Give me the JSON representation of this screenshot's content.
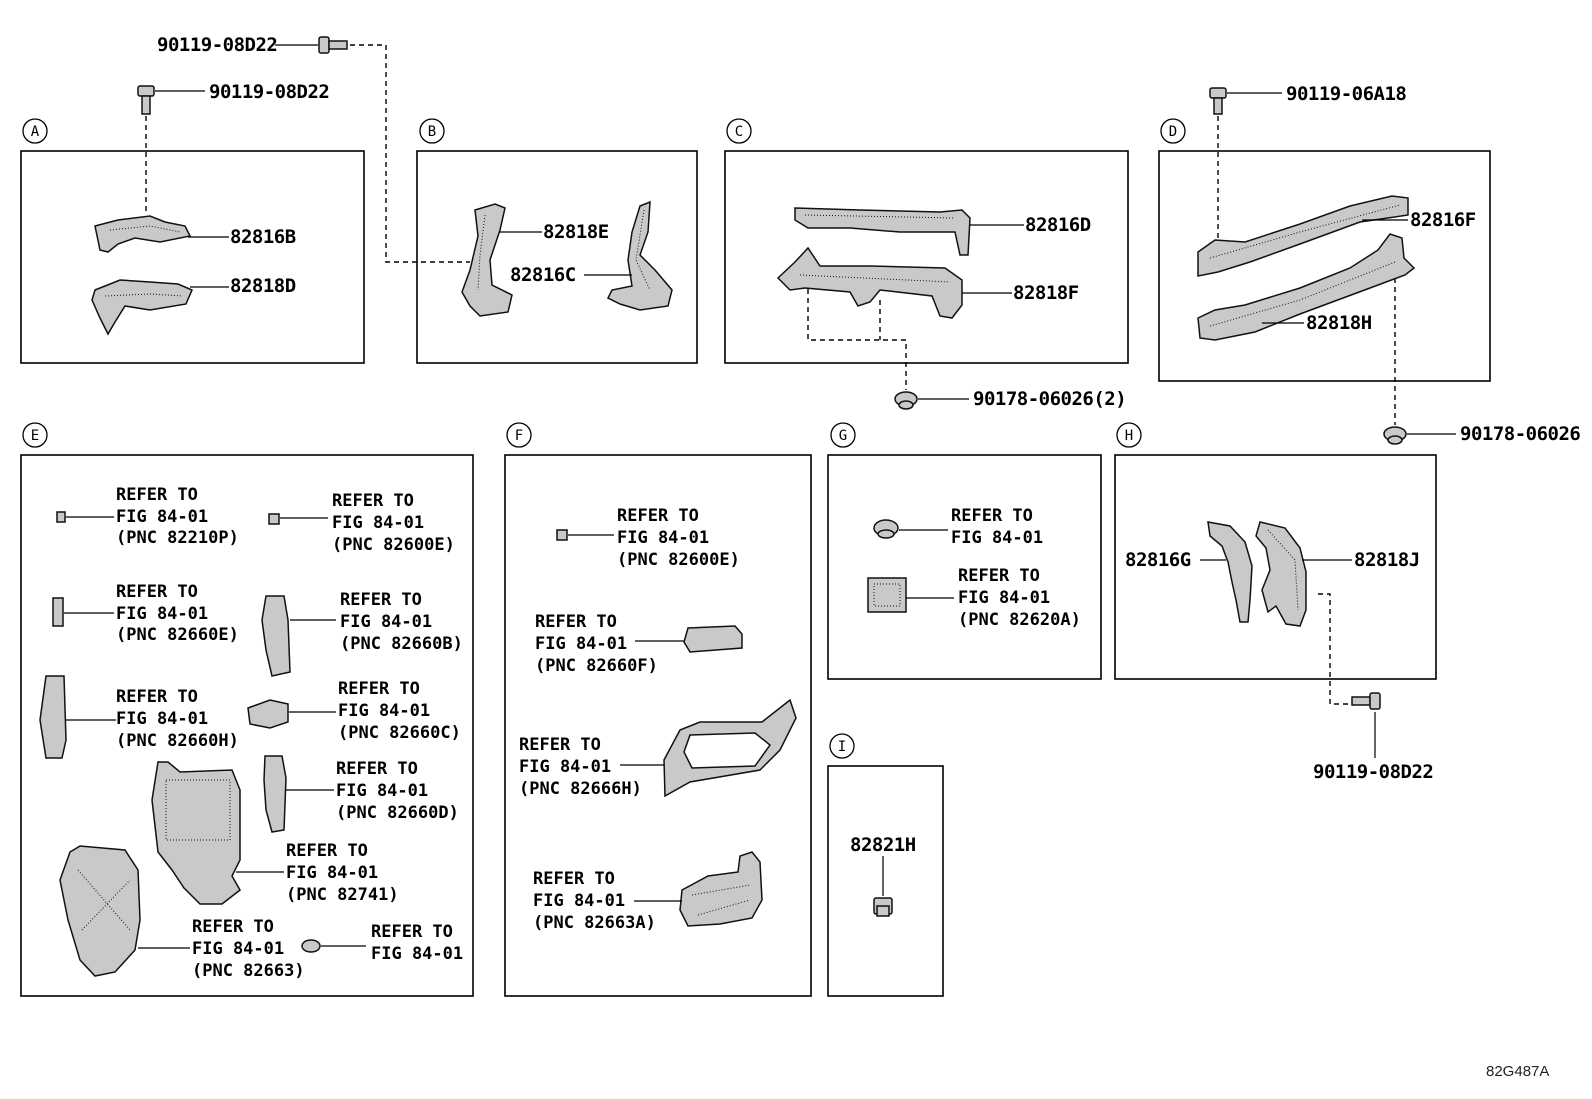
{
  "section_letters": [
    "A",
    "B",
    "C",
    "D",
    "E",
    "F",
    "G",
    "H",
    "I"
  ],
  "top_labels": {
    "bolt_b_top": "90119-08D22",
    "bolt_a_top": "90119-08D22",
    "bolt_d_top": "90119-06A18",
    "clip_c": "90178-06026(2)",
    "clip_d": "90178-06026",
    "bolt_h": "90119-08D22"
  },
  "parts": {
    "a_upper": "82816B",
    "a_lower": "82818D",
    "b_left": "82818E",
    "b_right": "82816C",
    "c_upper": "82816D",
    "c_lower": "82818F",
    "d_upper": "82816F",
    "d_lower": "82818H",
    "h_left": "82816G",
    "h_right": "82818J",
    "i_part": "82821H"
  },
  "refer": {
    "refer_to": "REFER TO",
    "fig": "FIG 84-01",
    "e1": "(PNC 82210P)",
    "e2": "(PNC 82600E)",
    "e3": "(PNC 82660E)",
    "e4": "(PNC 82660B)",
    "e5": "(PNC 82660H)",
    "e6": "(PNC 82660C)",
    "e7": "(PNC 82660D)",
    "e8": "(PNC 82741)",
    "e9": "(PNC 82663)",
    "f1": "(PNC 82600E)",
    "f2": "(PNC 82660F)",
    "f3": "(PNC 82666H)",
    "f4": "(PNC 82663A)",
    "g2": "(PNC 82620A)"
  },
  "diagram_code": "82G487A"
}
